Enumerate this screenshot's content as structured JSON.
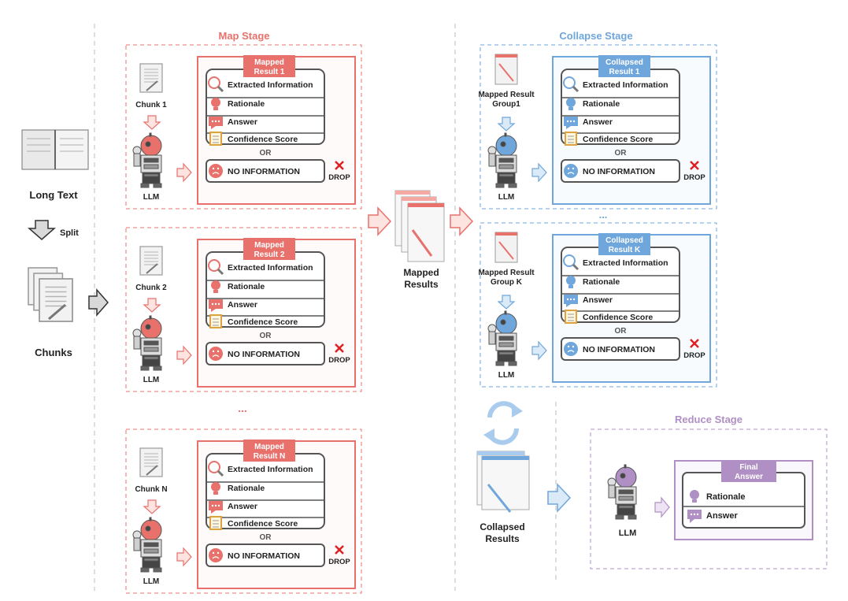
{
  "input": {
    "long_text_label": "Long Text",
    "split_label": "Split",
    "chunks_label": "Chunks"
  },
  "map_stage": {
    "title": "Map Stage",
    "color": "#e8716c",
    "light": "#f4a9a3",
    "groups": [
      {
        "chunk_label": "Chunk 1",
        "llm_label": "LLM",
        "result_title_1": "Mapped",
        "result_title_2": "Result 1"
      },
      {
        "chunk_label": "Chunk 2",
        "llm_label": "LLM",
        "result_title_1": "Mapped",
        "result_title_2": "Result 2"
      },
      {
        "chunk_label": "Chunk N",
        "llm_label": "LLM",
        "result_title_1": "Mapped",
        "result_title_2": "Result N"
      }
    ],
    "ellipsis": "..."
  },
  "result_fields": {
    "extracted": "Extracted Information",
    "rationale": "Rationale",
    "answer": "Answer",
    "confidence": "Confidence Score",
    "or": "OR",
    "no_info": "NO INFORMATION",
    "drop": "DROP"
  },
  "mapped_results_label_1": "Mapped",
  "mapped_results_label_2": "Results",
  "collapse_stage": {
    "title": "Collapse Stage",
    "color": "#6fa6dc",
    "light": "#a9cbee",
    "groups": [
      {
        "group_label_1": "Mapped Result",
        "group_label_2": "Group1",
        "llm_label": "LLM",
        "result_title_1": "Collapsed",
        "result_title_2": "Result 1"
      },
      {
        "group_label_1": "Mapped Result",
        "group_label_2": "Group K",
        "llm_label": "LLM",
        "result_title_1": "Collapsed",
        "result_title_2": "Result K"
      }
    ],
    "ellipsis": "...",
    "collapsed_results_label_1": "Collapsed",
    "collapsed_results_label_2": "Results"
  },
  "reduce_stage": {
    "title": "Reduce Stage",
    "color": "#b08fc4",
    "llm_label": "LLM",
    "final_title_1": "Final",
    "final_title_2": "Answer",
    "rationale": "Rationale",
    "answer": "Answer"
  }
}
